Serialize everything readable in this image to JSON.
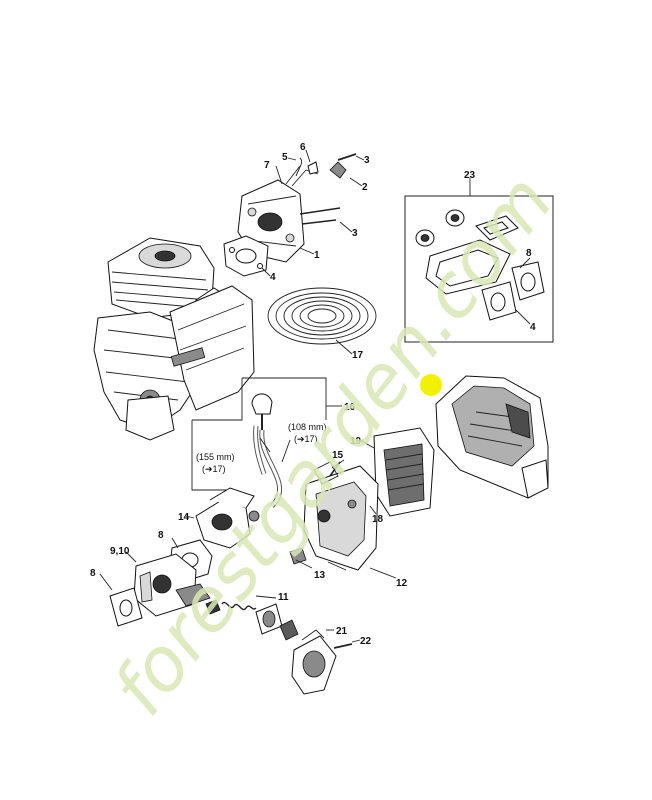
{
  "watermark": "forestgarden.com",
  "colors": {
    "highlight_dot": "#f2f200",
    "watermark": "#d8e8b4"
  },
  "callouts": [
    {
      "id": "c1",
      "text": "1"
    },
    {
      "id": "c2",
      "text": "2"
    },
    {
      "id": "c3a",
      "text": "3"
    },
    {
      "id": "c3b",
      "text": "3"
    },
    {
      "id": "c4a",
      "text": "4"
    },
    {
      "id": "c4b",
      "text": "4"
    },
    {
      "id": "c5",
      "text": "5"
    },
    {
      "id": "c6",
      "text": "6"
    },
    {
      "id": "c7",
      "text": "7"
    },
    {
      "id": "c8a",
      "text": "8"
    },
    {
      "id": "c8b",
      "text": "8"
    },
    {
      "id": "c8c",
      "text": "8"
    },
    {
      "id": "c910",
      "text": "9,10"
    },
    {
      "id": "c11",
      "text": "11"
    },
    {
      "id": "c12",
      "text": "12"
    },
    {
      "id": "c13",
      "text": "13"
    },
    {
      "id": "c14",
      "text": "14"
    },
    {
      "id": "c15",
      "text": "15"
    },
    {
      "id": "c16",
      "text": "16"
    },
    {
      "id": "c17a",
      "text": "17"
    },
    {
      "id": "c18",
      "text": "18"
    },
    {
      "id": "c19",
      "text": "19"
    },
    {
      "id": "c21",
      "text": "21"
    },
    {
      "id": "c22",
      "text": "22"
    },
    {
      "id": "c23",
      "text": "23"
    }
  ],
  "hose_notes": {
    "left_len": "(155 mm)",
    "left_ref": "(➔17)",
    "right_len": "(108 mm)",
    "right_ref": "(➔17)"
  }
}
